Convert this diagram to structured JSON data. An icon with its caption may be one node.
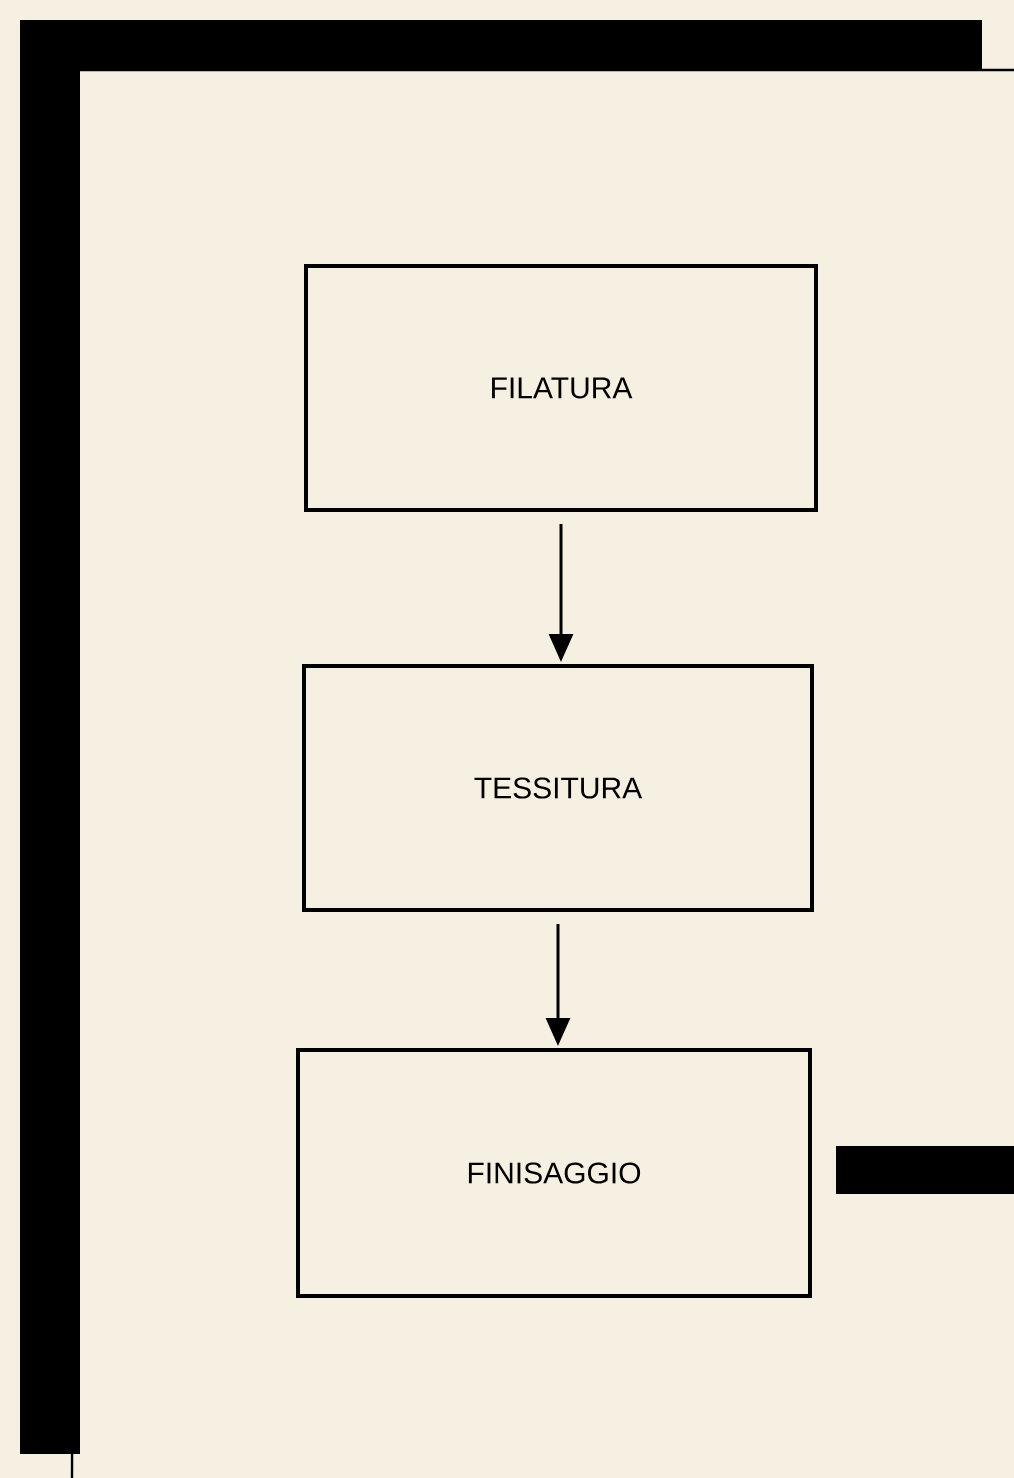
{
  "diagram": {
    "nodes": [
      {
        "text": [
          "FILATURA"
        ]
      },
      {
        "text": [
          "TESSITURA"
        ]
      },
      {
        "text": [
          "FINISAGGIO"
        ]
      },
      {
        "text": [],
        "shape": "bar"
      }
    ],
    "edges": [
      {
        "from": 0,
        "to": 1,
        "arrow": "to"
      },
      {
        "from": 1,
        "to": 2,
        "arrow": "to"
      }
    ]
  }
}
